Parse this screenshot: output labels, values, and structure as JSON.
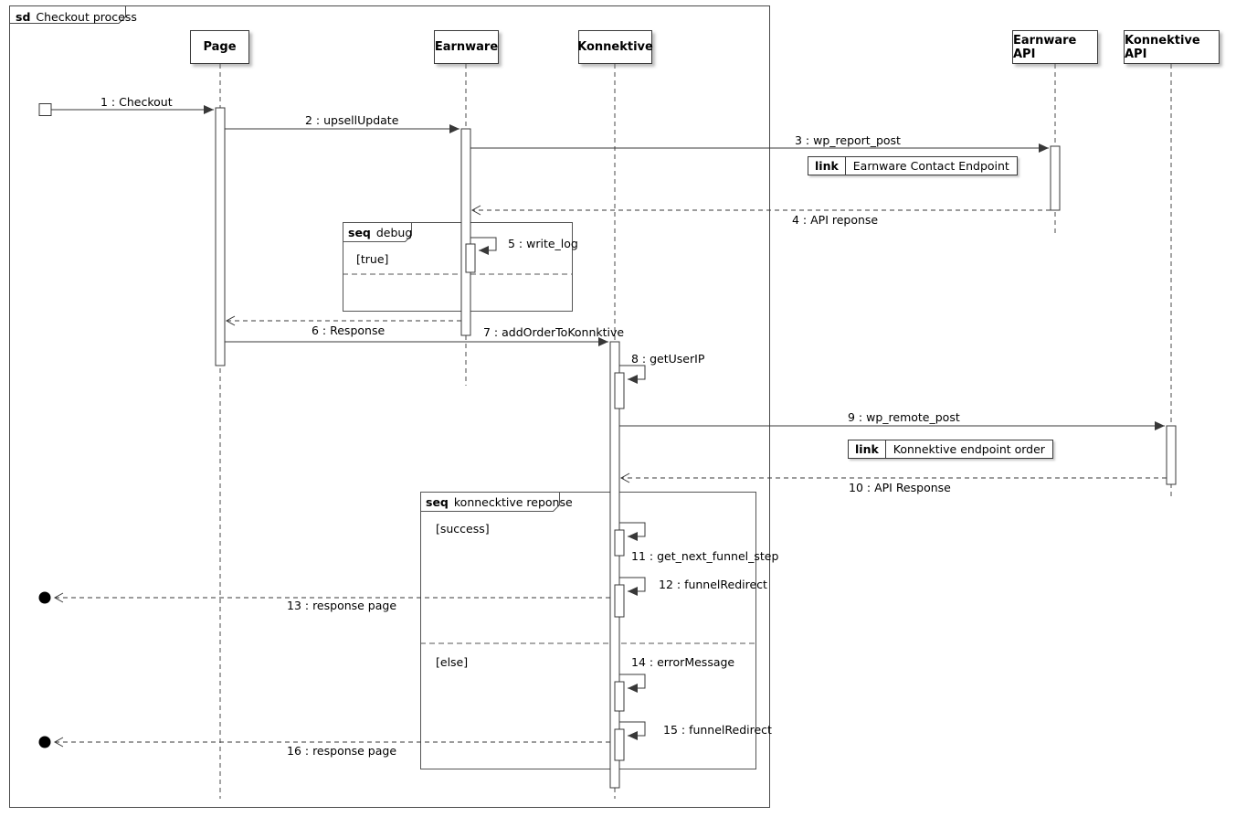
{
  "frame": {
    "keyword": "sd",
    "title": "Checkout process"
  },
  "lifelines": [
    {
      "label": "Page"
    },
    {
      "label": "Earnware"
    },
    {
      "label": "Konnektive"
    },
    {
      "label": "Earnware API"
    },
    {
      "label": "Konnektive API"
    }
  ],
  "messages": [
    {
      "label": "1 : Checkout"
    },
    {
      "label": "2 : upsellUpdate"
    },
    {
      "label": "3 : wp_report_post"
    },
    {
      "label": "4 : API reponse"
    },
    {
      "label": "5 : write_log"
    },
    {
      "label": "6 : Response"
    },
    {
      "label": "7 : addOrderToKonnktive"
    },
    {
      "label": "8 : getUserIP"
    },
    {
      "label": "9 : wp_remote_post"
    },
    {
      "label": "10 : API Response"
    },
    {
      "label": "11 : get_next_funnel_step"
    },
    {
      "label": "12 : funnelRedirect"
    },
    {
      "label": "13 : response page"
    },
    {
      "label": "14 : errorMessage"
    },
    {
      "label": "15 : funnelRedirect"
    },
    {
      "label": "16 : response page"
    }
  ],
  "fragments": [
    {
      "keyword": "seq",
      "title": "debug",
      "guard_top": "[true]"
    },
    {
      "keyword": "seq",
      "title": "konnecktive reponse",
      "guard_top": "[success]",
      "guard_bottom": "[else]"
    }
  ],
  "links": [
    {
      "keyword": "link",
      "label": "Earnware Contact Endpoint"
    },
    {
      "keyword": "link",
      "label": "Konnektive endpoint order"
    }
  ]
}
